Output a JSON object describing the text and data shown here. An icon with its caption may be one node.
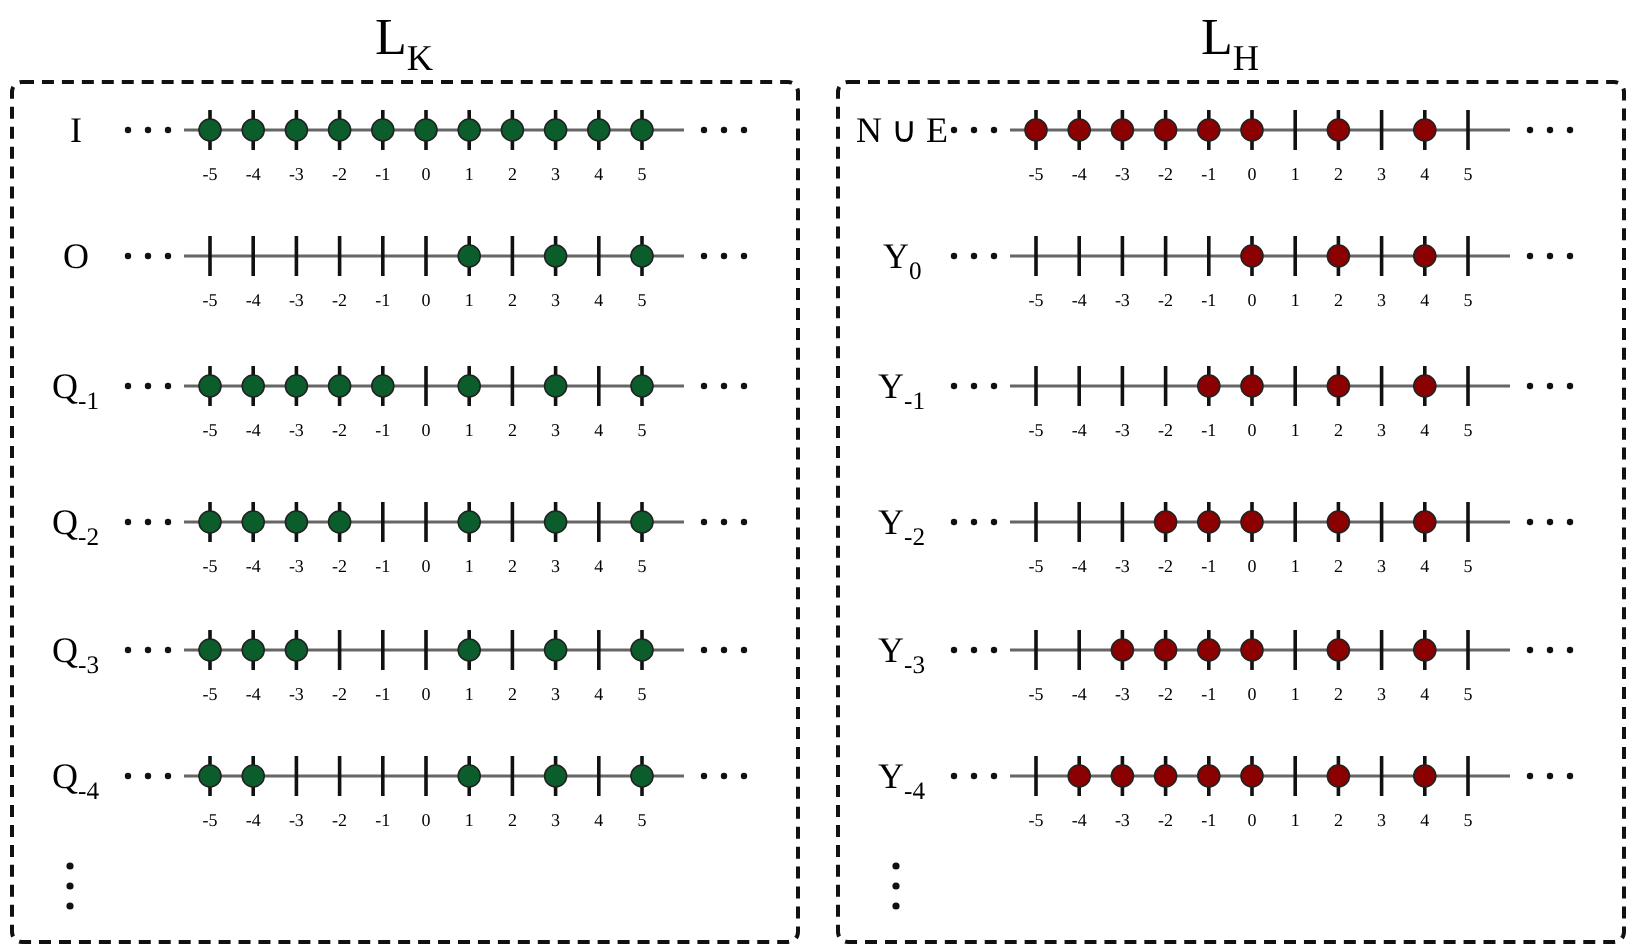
{
  "diagram": {
    "nodes": [
      {
        "text": [
          "L$_{K}$"
        ]
      },
      {
        "text": [
          "I"
        ],
        "in": 0
      },
      {
        "text": [
          "O"
        ],
        "in": 0
      },
      {
        "text": [
          "Q$_{-1}$"
        ],
        "in": 0
      },
      {
        "text": [
          "Q$_{-2}$"
        ],
        "in": 0
      },
      {
        "text": [
          "Q$_{-3}$"
        ],
        "in": 0
      },
      {
        "text": [
          "Q$_{-4}$"
        ],
        "in": 0
      },
      {
        "text": [
          "L$_{H}$"
        ]
      },
      {
        "text": [
          "N ∪ E"
        ],
        "in": 7
      },
      {
        "text": [
          "Y$_{0}$"
        ],
        "in": 7
      },
      {
        "text": [
          "Y$_{-1}$"
        ],
        "in": 7
      },
      {
        "text": [
          "Y$_{-2}$"
        ],
        "in": 7
      },
      {
        "text": [
          "Y$_{-3}$"
        ],
        "in": 7
      },
      {
        "text": [
          "Y$_{-4}$"
        ],
        "in": 7
      }
    ],
    "edges": [],
    "labels": [
      "-5",
      "-4",
      "-3",
      "-2",
      "-1",
      "0",
      "1",
      "2",
      "3",
      "4",
      "5",
      "-5",
      "-4",
      "-3",
      "-2",
      "-1",
      "0",
      "1",
      "2",
      "3",
      "4",
      "5",
      "-5",
      "-4",
      "-3",
      "-2",
      "-1",
      "0",
      "1",
      "2",
      "3",
      "4",
      "5",
      "-5",
      "-4",
      "-3",
      "-2",
      "-1",
      "0",
      "1",
      "2",
      "3",
      "4",
      "5",
      "-5",
      "-4",
      "-3",
      "-2",
      "-1",
      "0",
      "1",
      "2",
      "3",
      "4",
      "5",
      "-5",
      "-4",
      "-3",
      "-2",
      "-1",
      "0",
      "1",
      "2",
      "3",
      "4",
      "5",
      "-5",
      "-4",
      "-3",
      "-2",
      "-1",
      "0",
      "1",
      "2",
      "3",
      "4",
      "5",
      "-5",
      "-4",
      "-3",
      "-2",
      "-1",
      "0",
      "1",
      "2",
      "3",
      "4",
      "5",
      "-5",
      "-4",
      "-3",
      "-2",
      "-1",
      "0",
      "1",
      "2",
      "3",
      "4",
      "5",
      "-5",
      "-4",
      "-3",
      "-2",
      "-1",
      "0",
      "1",
      "2",
      "3",
      "4",
      "5",
      "-5",
      "-4",
      "-3",
      "-2",
      "-1",
      "0",
      "1",
      "2",
      "3",
      "4",
      "5",
      "-5",
      "-4",
      "-3",
      "-2",
      "-1",
      "0",
      "1",
      "2",
      "3",
      "4",
      "5"
    ]
  }
}
